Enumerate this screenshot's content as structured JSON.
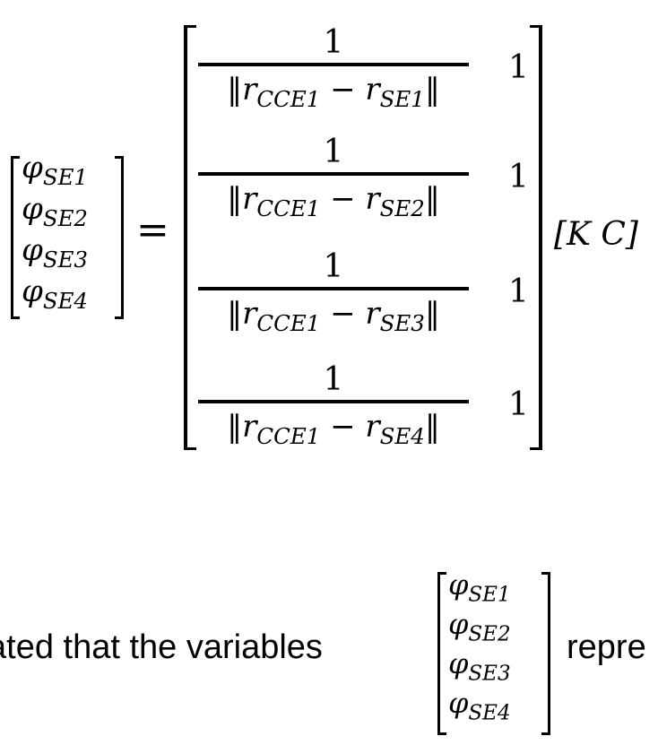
{
  "equation": {
    "lhs_vector": [
      {
        "symbol": "φ",
        "subscript": "SE1"
      },
      {
        "symbol": "φ",
        "subscript": "SE2"
      },
      {
        "symbol": "φ",
        "subscript": "SE3"
      },
      {
        "symbol": "φ",
        "subscript": "SE4"
      }
    ],
    "equals": "=",
    "matrix_rows": [
      {
        "numerator": "1",
        "den_open": "‖",
        "r1": "r",
        "r1_sub": "CCE1",
        "minus": " − ",
        "r2": "r",
        "r2_sub": "SE1",
        "den_close": "‖",
        "second_col": "1"
      },
      {
        "numerator": "1",
        "den_open": "‖",
        "r1": "r",
        "r1_sub": "CCE1",
        "minus": " − ",
        "r2": "r",
        "r2_sub": "SE2",
        "den_close": "‖",
        "second_col": "1"
      },
      {
        "numerator": "1",
        "den_open": "‖",
        "r1": "r",
        "r1_sub": "CCE1",
        "minus": " − ",
        "r2": "r",
        "r2_sub": "SE3",
        "den_close": "‖",
        "second_col": "1"
      },
      {
        "numerator": "1",
        "den_open": "‖",
        "r1": "r",
        "r1_sub": "CCE1",
        "minus": " − ",
        "r2": "r",
        "r2_sub": "SE4",
        "den_close": "‖",
        "second_col": "1"
      }
    ],
    "rhs_vector": "[K C]"
  },
  "sentence": {
    "before": "ated that the variables",
    "vector": [
      {
        "symbol": "φ",
        "subscript": "SE1"
      },
      {
        "symbol": "φ",
        "subscript": "SE2"
      },
      {
        "symbol": "φ",
        "subscript": "SE3"
      },
      {
        "symbol": "φ",
        "subscript": "SE4"
      }
    ],
    "after": "repre"
  }
}
